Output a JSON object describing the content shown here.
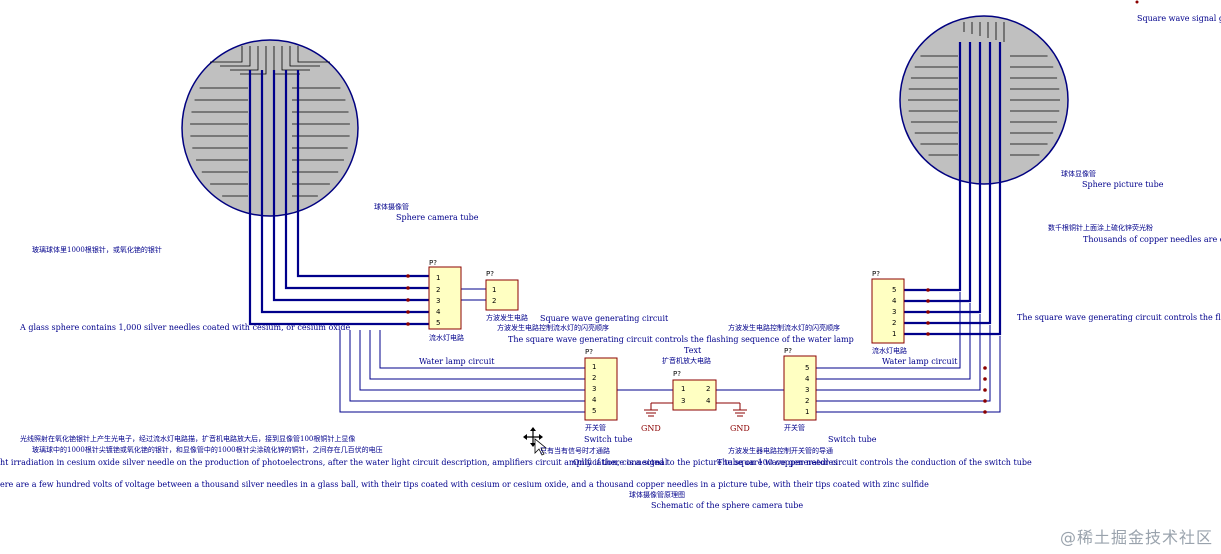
{
  "colors": {
    "wire": "#00008b",
    "sphere_fill": "#c0c0c0",
    "sphere_edge": "#000080",
    "component_fill": "#ffffc2",
    "component_edge": "#8b0000",
    "text_blue": "#00008b",
    "ground": "#8b0000"
  },
  "labels": {
    "top_right_partial": "Square wave signal g",
    "left_tube_cn": "球体摄像管",
    "left_tube_en": "Sphere camera tube",
    "left_needles_cn": "玻璃球体里1000根银针，或氧化铯的银针",
    "left_needles_en": "A glass sphere contains 1,000 silver needles coated with cesium, or cesium oxide",
    "right_tube_cn": "球体显像管",
    "right_tube_en": "Sphere picture tube",
    "right_needles_cn": "数千根铜针上面涂上硫化锌荧光粉",
    "right_needles_en": "Thousands of copper needles are co",
    "sqw_left_cn": "方波发生电路",
    "sqw_left_en": "Square wave generating circuit",
    "sqw_control_cn": "方波发生电路控制流水灯的闪亮顺序",
    "sqw_control_en": "The square wave generating circuit controls the flashing sequence of the water lamp",
    "sqw_right_cn": "方波发生电路控制流水灯的闪亮顺序",
    "sqw_right_en": "The square wave generating circuit controls the flas",
    "water_left_cn": "流水灯电路",
    "water_left_en": "Water lamp circuit",
    "water_right_cn": "流水灯电路",
    "water_right_en": "Water lamp circuit",
    "text_label": "Text",
    "amp_cn": "扩音机放大电路",
    "switch_left_cn": "开关管",
    "switch_left_en": "Switch tube",
    "switch_right_cn": "开关管",
    "switch_right_en": "Switch tube",
    "signal_cn": "只有当有信号时才通路",
    "signal_en": "Only if there is a signal",
    "switch_ctrl_cn": "方波发生器电路控制开关管的导通",
    "switch_ctrl_en": "The square wave generator circuit controls the conduction of the switch tube",
    "gnd1": "GND",
    "gnd2": "GND",
    "desc_cn_1": "光线照射在氧化铯银针上产生光电子，经过流水灯电路描，扩音机电路放大后，接到显像管100根铜针上显像",
    "desc_cn_2": "玻璃球中的1000根针尖镀铯或氧化铯的银针，和显像管中的1000根针尖涂硫化锌的铜针，之间存在几百伏的电压",
    "desc_en_1": "ht irradiation in cesium oxide silver needle on the production of photoelectrons, after the water light circuit description, amplifiers circuit amplification, connected to the picture tube on 100 copper needles",
    "desc_en_2": "ere are a few hundred volts of voltage between a thousand silver needles in a glass ball, with their tips coated with cesium or cesium oxide, and a thousand copper needles in a picture tube, with their tips coated with zinc sulfide",
    "schematic_cn": "球体摄像管原理图",
    "schematic_en": "Schematic of the sphere camera tube",
    "watermark": "@稀土掘金技术社区"
  },
  "components": {
    "water_left": {
      "ref": "P?",
      "pins": [
        "1",
        "2",
        "3",
        "4",
        "5"
      ]
    },
    "sqw_small": {
      "ref": "P?",
      "pins": [
        "1",
        "2"
      ]
    },
    "switch_left": {
      "ref": "P?",
      "pins": [
        "1",
        "2",
        "3",
        "4",
        "5"
      ]
    },
    "amp": {
      "ref": "P?",
      "pins": [
        "1",
        "2",
        "3",
        "4"
      ]
    },
    "switch_right": {
      "ref": "P?",
      "pins": [
        "5",
        "4",
        "3",
        "2",
        "1"
      ]
    },
    "water_right": {
      "ref": "P?",
      "pins": [
        "5",
        "4",
        "3",
        "2",
        "1"
      ]
    }
  },
  "icons": {
    "cursor": "move-cursor-icon",
    "ground": "ground-symbol-icon",
    "junction": "wire-junction-dot-icon"
  }
}
